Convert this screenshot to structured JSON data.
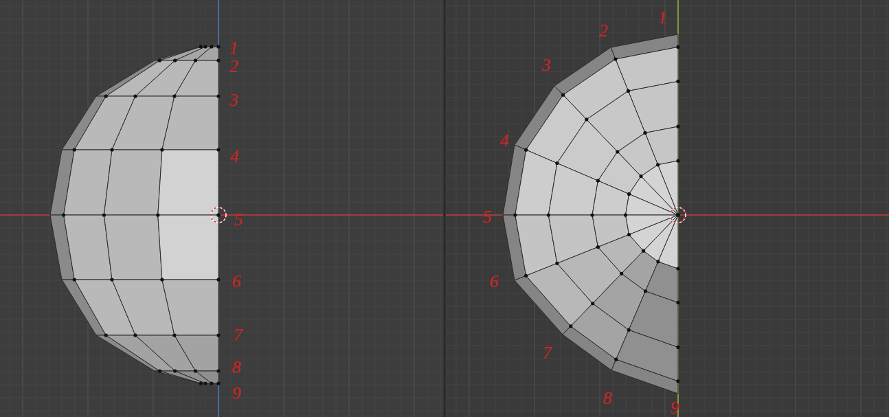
{
  "diagram": {
    "labels": [
      "1",
      "2",
      "3",
      "4",
      "5",
      "6",
      "7",
      "8",
      "9",
      "1",
      "2",
      "3",
      "4",
      "5",
      "6",
      "7",
      "8",
      "9"
    ]
  }
}
